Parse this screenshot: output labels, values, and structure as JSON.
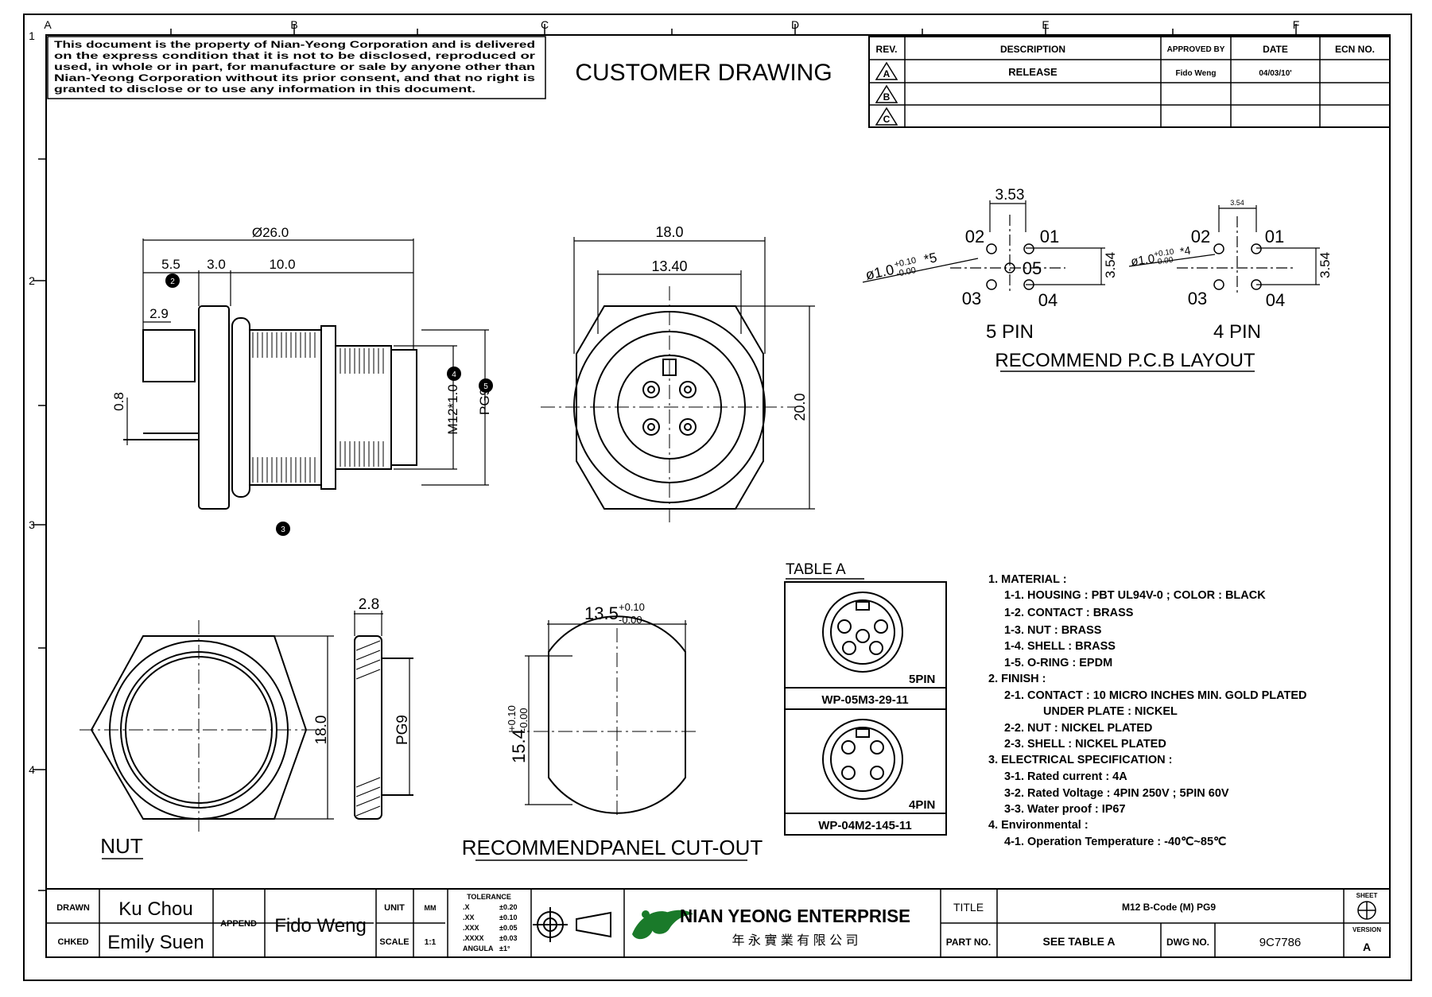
{
  "disclaimer": [
    "This document is the property of Nian-Yeong Corporation and is delivered",
    "on  the  express condition that it is not to be disclosed, reproduced or",
    "used, in whole or in part, for manufacture or sale by anyone other than",
    "Nian-Yeong Corporation without  its prior consent, and that  no right  is",
    "granted to disclose or to use any information in this  document."
  ],
  "drawing_type": "CUSTOMER  DRAWING",
  "zone_letters": [
    "A",
    "B",
    "C",
    "D",
    "E",
    "F"
  ],
  "zone_numbers": [
    "1",
    "2",
    "3",
    "4"
  ],
  "revision_table": {
    "headers": [
      "REV.",
      "DESCRIPTION",
      "APPROVED BY",
      "DATE",
      "ECN NO."
    ],
    "rows": [
      {
        "rev": "A",
        "description": "RELEASE",
        "approved_by": "Fido Weng",
        "date": "04/03/10'",
        "ecn": ""
      },
      {
        "rev": "B",
        "description": "",
        "approved_by": "",
        "date": "",
        "ecn": ""
      },
      {
        "rev": "C",
        "description": "",
        "approved_by": "",
        "date": "",
        "ecn": ""
      }
    ]
  },
  "side_view": {
    "dim_overall": "Ø26.0",
    "dim_5_5": "5.5",
    "dim_3_0": "3.0",
    "dim_10_0": "10.0",
    "dim_2_9": "2.9",
    "dim_0_8": "0.8",
    "thread_label": "M12*1.0",
    "pg_label": "PG9",
    "balloon_2": "2",
    "balloon_3": "3",
    "balloon_4": "4",
    "balloon_5": "5"
  },
  "front_view": {
    "dim_width": "18.0",
    "dim_inner": "13.40",
    "dim_height": "20.0"
  },
  "pcb_layout": {
    "title": "RECOMMEND  P.C.B  LAYOUT",
    "five_pin": {
      "spacing": "3.53",
      "hole_label": "ø1.0",
      "tol_upper": "+0.10",
      "tol_lower": "-0.00",
      "count": "*5",
      "pitch_label": "3.54",
      "pins": [
        "02",
        "01",
        "05",
        "03",
        "04"
      ],
      "caption": "5  PIN"
    },
    "four_pin": {
      "spacing": "3.54",
      "hole_label": "ø1.0",
      "tol_upper": "+0.10",
      "tol_lower": "-0.00",
      "count": "*4",
      "pitch_label": "3.54",
      "pins": [
        "02",
        "01",
        "03",
        "04"
      ],
      "caption": "4  PIN"
    }
  },
  "nut_view": {
    "dim_thickness": "2.8",
    "dim_across": "18.0",
    "pg_label": "PG9",
    "caption": "NUT"
  },
  "panel_cutout": {
    "dim_width": "13.5",
    "w_tol_upper": "+0.10",
    "w_tol_lower": "-0.00",
    "dim_height": "15.4",
    "h_tol_upper": "+0.10",
    "h_tol_lower": "-0.00",
    "caption": "RECOMMENDPANEL  CUT-OUT"
  },
  "table_a": {
    "title": "TABLE  A",
    "rows": [
      {
        "pin_label": "5PIN",
        "part_no": "WP-05M3-29-11"
      },
      {
        "pin_label": "4PIN",
        "part_no": "WP-04M2-145-11"
      }
    ]
  },
  "notes": [
    {
      "text": "1.  MATERIAL :",
      "indent": 0
    },
    {
      "text": "1-1.  HOUSING : PBT  UL94V-0 ; COLOR : BLACK",
      "indent": 1
    },
    {
      "text": "1-2.  CONTACT : BRASS",
      "indent": 1
    },
    {
      "text": "1-3.  NUT : BRASS",
      "indent": 1
    },
    {
      "text": "1-4.  SHELL : BRASS",
      "indent": 1
    },
    {
      "text": "1-5.  O-RING : EPDM",
      "indent": 1
    },
    {
      "text": "2.  FINISH :",
      "indent": 0
    },
    {
      "text": "2-1.  CONTACT : 10  MICRO  INCHES  MIN.  GOLD  PLATED",
      "indent": 1
    },
    {
      "text": "UNDER  PLATE : NICKEL",
      "indent": 2
    },
    {
      "text": "2-2.  NUT : NICKEL  PLATED",
      "indent": 1
    },
    {
      "text": "2-3.  SHELL : NICKEL  PLATED",
      "indent": 1
    },
    {
      "text": "3.  ELECTRICAL  SPECIFICATION :",
      "indent": 0
    },
    {
      "text": "3-1.  Rated  current : 4A",
      "indent": 1
    },
    {
      "text": "3-2.  Rated  Voltage : 4PIN  250V ; 5PIN  60V",
      "indent": 1
    },
    {
      "text": "3-3.  Water  proof : IP67",
      "indent": 1
    },
    {
      "text": "4.  Environmental :",
      "indent": 0
    },
    {
      "text": "4-1.  Operation  Temperature : -40℃~85℃",
      "indent": 1
    }
  ],
  "title_block": {
    "drawn_label": "DRAWN",
    "drawn_value": "Ku Chou",
    "checked_label": "CHKED",
    "checked_value": "Emily Suen",
    "append_label": "APPEND",
    "append_value": "Fido Weng",
    "unit_label": "UNIT",
    "unit_value": "MM",
    "scale_label": "SCALE",
    "scale_value": "1:1",
    "tolerance_title": "TOLERANCE",
    "tolerances": [
      {
        "key": ".X",
        "value": "±0.20"
      },
      {
        "key": ".XX",
        "value": "±0.10"
      },
      {
        "key": ".XXX",
        "value": "±0.05"
      },
      {
        "key": ".XXXX",
        "value": "±0.03"
      },
      {
        "key": "ANGULA",
        "value": "±1°"
      }
    ],
    "company_name": "NIAN YEONG ENTERPRISE",
    "company_chinese": "年 永 實 業 有 限 公 司",
    "title_label": "TITLE",
    "title_value": "M12 B-Code (M) PG9",
    "part_no_label": "PART NO.",
    "part_no_value": "SEE  TABLE  A",
    "dwg_no_label": "DWG NO.",
    "dwg_no_value": "9C7786",
    "sheet_label": "SHEET",
    "version_label": "VERSION",
    "version_value": "A"
  }
}
